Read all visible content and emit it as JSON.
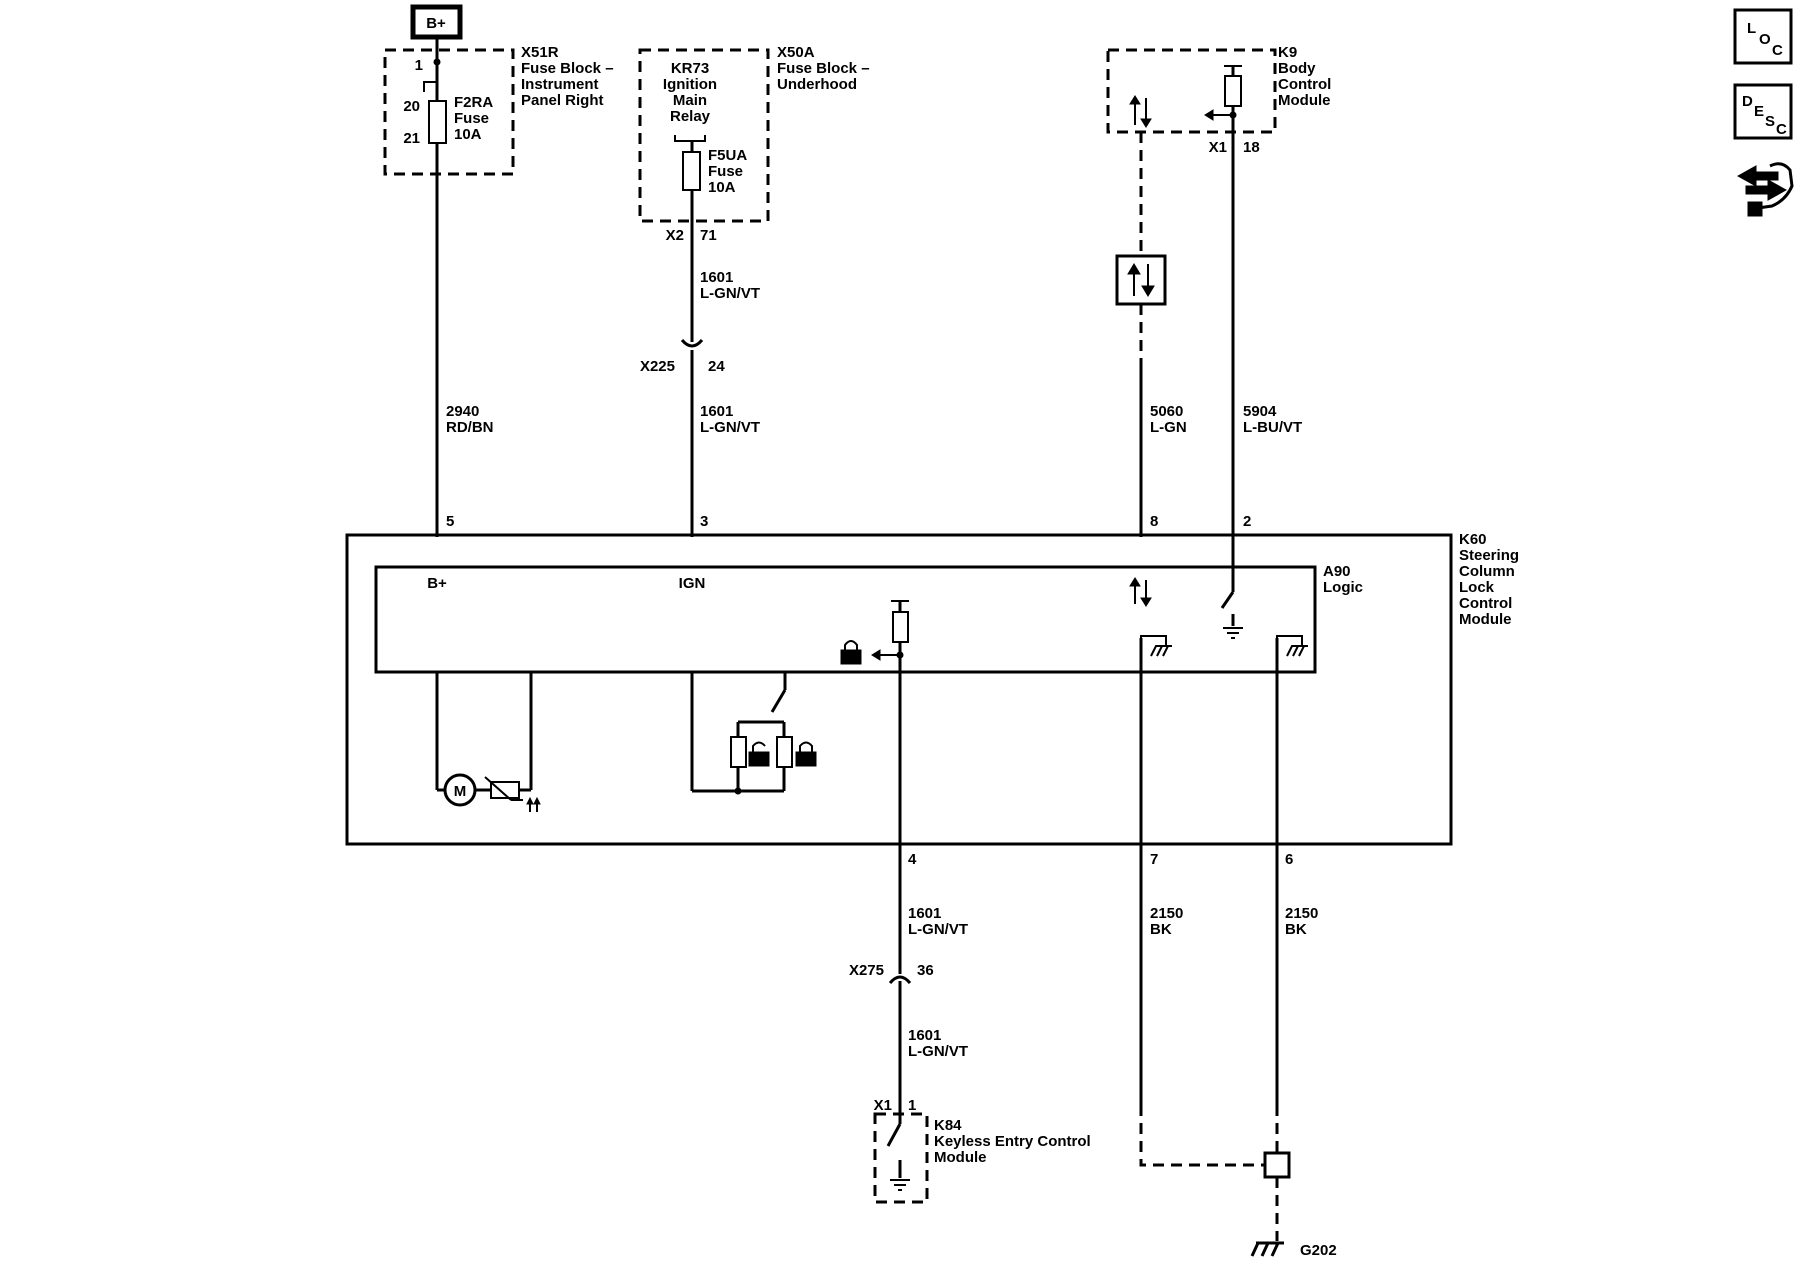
{
  "power_source": {
    "label": "B+"
  },
  "x51r": {
    "id": "X51R",
    "name_lines": [
      "Fuse Block –",
      "Instrument",
      "Panel Right"
    ],
    "pin_in": "1",
    "pin_top": "20",
    "pin_bottom": "21",
    "fuse_lines": [
      "F2RA",
      "Fuse",
      "10A"
    ]
  },
  "x50a": {
    "id": "X50A",
    "name_lines": [
      "Fuse Block –",
      "Underhood"
    ],
    "relay_lines": [
      "KR73",
      "Ignition",
      "Main",
      "Relay"
    ],
    "fuse_lines": [
      "F5UA",
      "Fuse",
      "10A"
    ],
    "conn": "X2",
    "pin": "71"
  },
  "k9": {
    "id": "K9",
    "name_lines": [
      "Body",
      "Control",
      "Module"
    ],
    "conn": "X1",
    "pin": "18"
  },
  "x225": {
    "id": "X225",
    "pin": "24"
  },
  "x275": {
    "id": "X275",
    "pin": "36"
  },
  "wires": {
    "w1601_upper": [
      "1601",
      "L-GN/VT"
    ],
    "w1601_mid": [
      "1601",
      "L-GN/VT"
    ],
    "w2940": [
      "2940",
      "RD/BN"
    ],
    "w5060": [
      "5060",
      "L-GN"
    ],
    "w5904": [
      "5904",
      "L-BU/VT"
    ],
    "w1601_k60": [
      "1601",
      "L-GN/VT"
    ],
    "w1601_k84": [
      "1601",
      "L-GN/VT"
    ],
    "w2150_a": [
      "2150",
      "BK"
    ],
    "w2150_b": [
      "2150",
      "BK"
    ]
  },
  "k60": {
    "id": "K60",
    "name_lines": [
      "Steering",
      "Column",
      "Lock",
      "Control",
      "Module"
    ],
    "pins_top": [
      "5",
      "3",
      "8",
      "2"
    ],
    "pins_bottom": [
      "4",
      "7",
      "6"
    ],
    "logic": {
      "id": "A90",
      "name": "Logic",
      "bplus": "B+",
      "ign": "IGN"
    },
    "motor_label": "M"
  },
  "k84": {
    "id": "K84",
    "name_lines": [
      "Keyless Entry Control",
      "Module"
    ],
    "conn": "X1",
    "pin": "1"
  },
  "ground": {
    "id": "G202"
  },
  "side_icons": [
    {
      "name": "loc-icon",
      "letters": [
        "L",
        "O",
        "C"
      ]
    },
    {
      "name": "desc-icon",
      "letters": [
        "D",
        "E",
        "S",
        "C"
      ]
    },
    {
      "name": "wrench-arrows-icon"
    }
  ]
}
